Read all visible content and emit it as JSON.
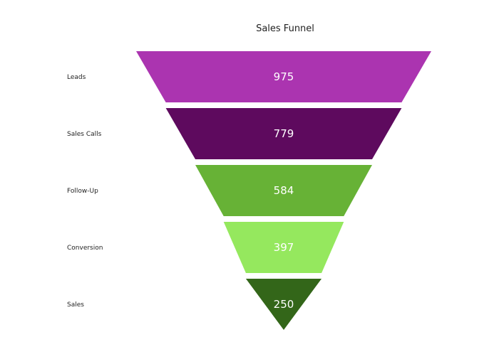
{
  "chart_data": {
    "type": "funnel",
    "title": "Sales Funnel",
    "categories": [
      "Leads",
      "Sales Calls",
      "Follow-Up",
      "Conversion",
      "Sales"
    ],
    "values": [
      975,
      779,
      584,
      397,
      250
    ],
    "colors": [
      "#ab34b0",
      "#5e0a5e",
      "#67b236",
      "#95e85e",
      "#336619"
    ],
    "value_label_color": "#ffffff"
  }
}
